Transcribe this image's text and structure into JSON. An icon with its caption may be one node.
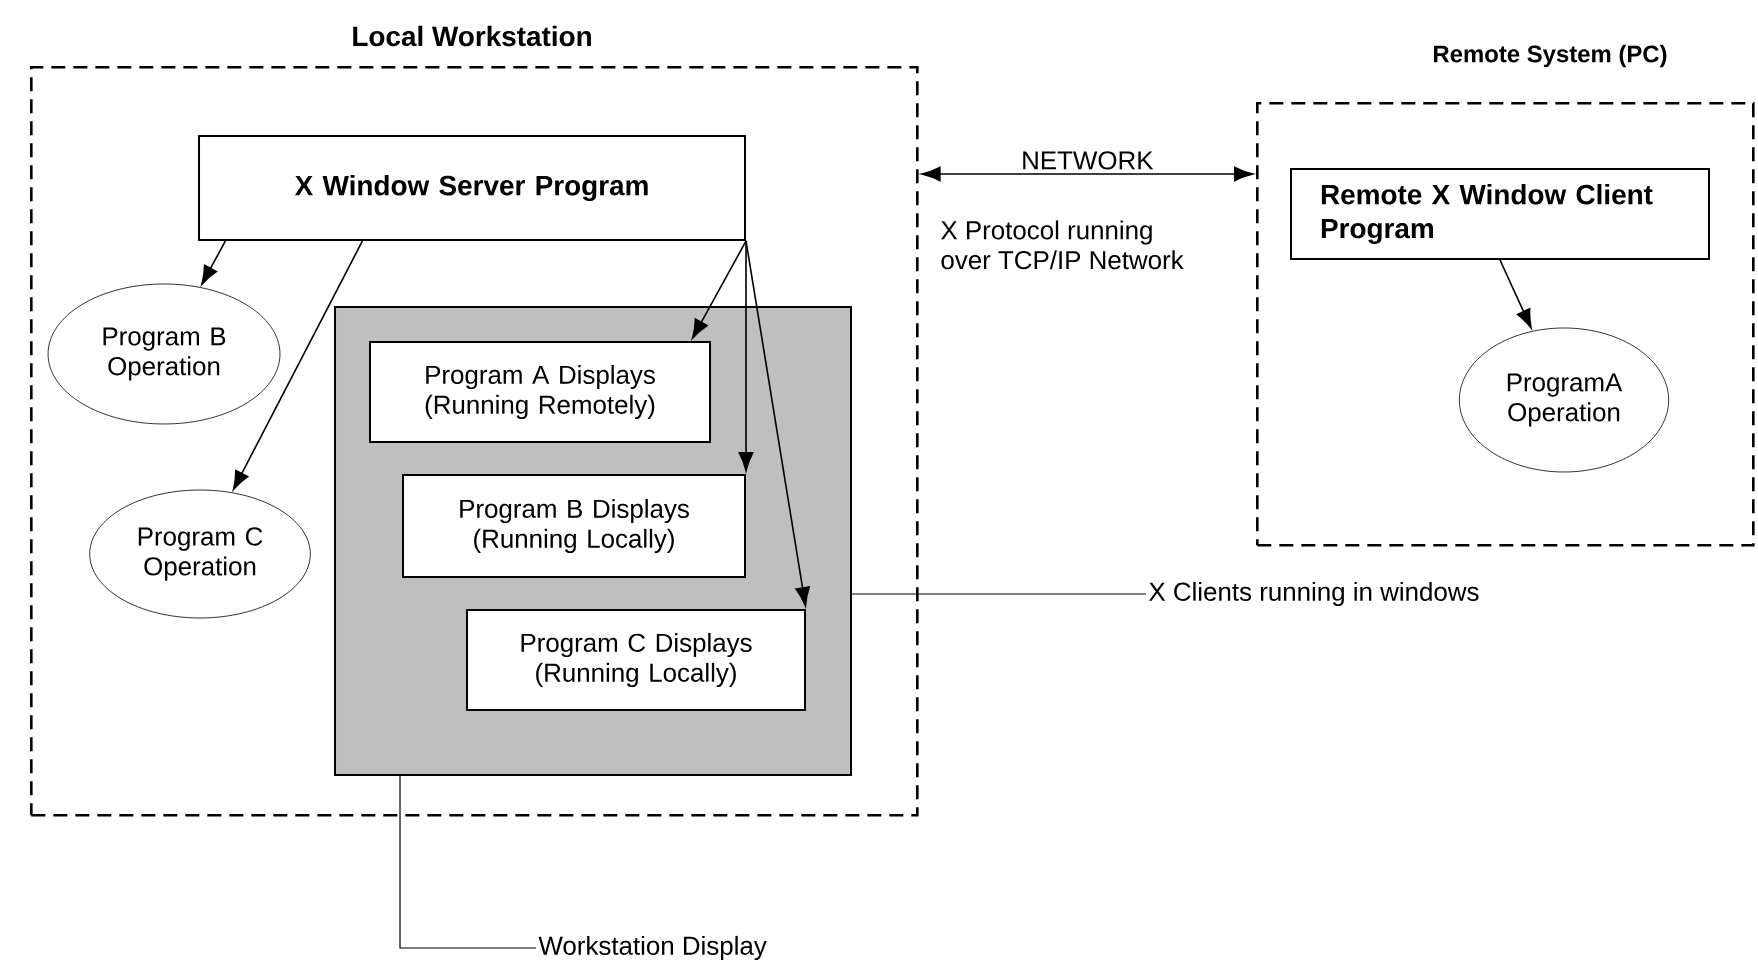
{
  "diagram": {
    "nodes": [
      {
        "text": [
          "Local Workstation"
        ]
      },
      {
        "text": [
          "X Window Server Program"
        ],
        "in": 0
      },
      {
        "text": [
          "Program B Operation"
        ],
        "in": 0
      },
      {
        "text": [
          "Program C Operation"
        ],
        "in": 0
      },
      {
        "text": [],
        "shape": "box",
        "in": 0
      },
      {
        "text": [
          "Program A Displays (Running Remotely)"
        ],
        "in": 4
      },
      {
        "text": [
          "Program B Displays (Running Locally)"
        ],
        "in": 4
      },
      {
        "text": [
          "Program C Displays (Running Locally)"
        ],
        "in": 4
      },
      {
        "text": [
          "Remote System (PC)"
        ]
      },
      {
        "text": [
          "Remote X Window Client Program"
        ],
        "in": 8
      },
      {
        "text": [
          "ProgramA Operation"
        ],
        "in": 8
      },
      {
        "text": [
          "X Clients running in windows"
        ]
      },
      {
        "text": [
          "Workstation Display"
        ]
      }
    ],
    "edges": [
      {
        "from": 1,
        "to": 2,
        "arrow": "to"
      },
      {
        "from": 1,
        "to": 3,
        "arrow": "to"
      },
      {
        "from": 1,
        "to": 5,
        "arrow": "to"
      },
      {
        "from": 1,
        "to": 6,
        "arrow": "to"
      },
      {
        "from": 1,
        "to": 7,
        "arrow": "to"
      },
      {
        "from": 0,
        "to": 8,
        "arrow": "both",
        "label": "NETWORK"
      },
      {
        "from": 9,
        "to": 10,
        "arrow": "to"
      },
      {
        "from": 11,
        "to": 4,
        "arrow": "none"
      },
      {
        "from": 12,
        "to": 4,
        "arrow": "none"
      }
    ],
    "labels": [
      "X Protocol running over TCP/IP Network"
    ]
  }
}
